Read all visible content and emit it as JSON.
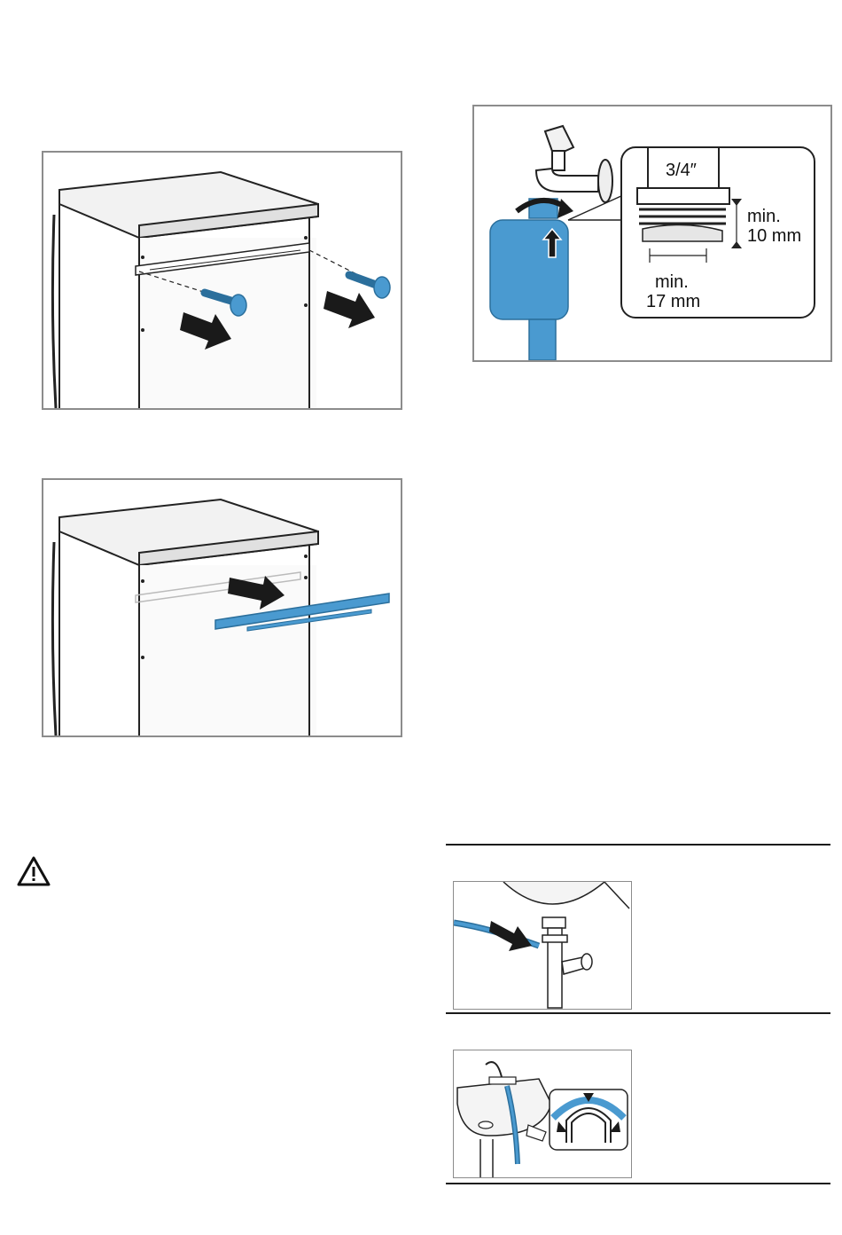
{
  "figures": {
    "tap_detail": {
      "fraction_label": "3/4″",
      "height_min_label": "min.",
      "height_value": "10 mm",
      "width_min_label": "min.",
      "width_value": "17 mm"
    }
  },
  "colors": {
    "accent_blue": "#4a9ad0",
    "accent_blue_dark": "#2b6f9c",
    "frame_gray": "#8c8c8c",
    "rule_black": "#1a1a1a"
  },
  "icons": {
    "warning": "warning-triangle-icon"
  }
}
